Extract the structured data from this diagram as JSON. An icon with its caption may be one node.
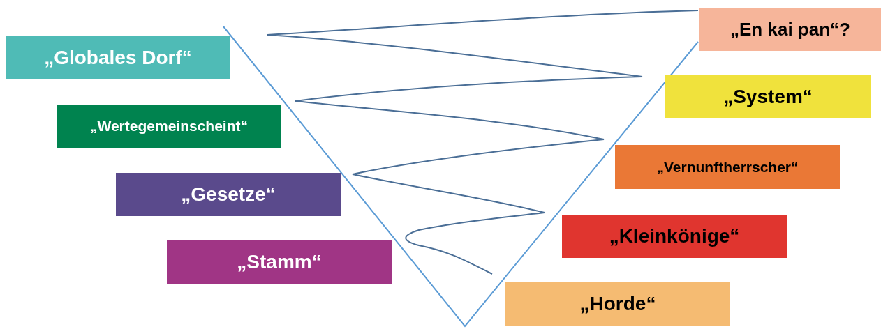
{
  "diagram": {
    "nodes": [
      {
        "text": [
          "„En kai pan“?"
        ]
      },
      {
        "text": [
          "„Globales Dorf“"
        ]
      },
      {
        "text": [
          "„System“"
        ]
      },
      {
        "text": [
          "„Wertegemeinscheint“"
        ]
      },
      {
        "text": [
          "„Vernunftherrscher“"
        ]
      },
      {
        "text": [
          "„Gesetze“"
        ]
      },
      {
        "text": [
          "„Kleinkönige“"
        ]
      },
      {
        "text": [
          "„Stamm“"
        ]
      },
      {
        "text": [
          "„Horde“"
        ]
      }
    ]
  }
}
